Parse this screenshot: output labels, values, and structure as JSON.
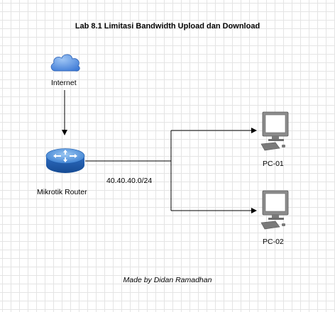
{
  "diagram": {
    "title": "Lab 8.1 Limitasi Bandwidth Upload dan Download",
    "internet_label": "Internet",
    "router_label": "Mikrotik Router",
    "subnet_label": "40.40.40.0/24",
    "pc1_label": "PC-01",
    "pc2_label": "PC-02",
    "credit": "Made by Didan Ramadhan"
  },
  "colors": {
    "cloud": "#3d7ad6",
    "router": "#2f6fc4",
    "pc": "#7a7a7a",
    "wire": "#000000",
    "grid": "#e4e4e4"
  },
  "icons": {
    "internet": "cloud-icon",
    "router": "router-icon",
    "pc": "computer-icon"
  }
}
